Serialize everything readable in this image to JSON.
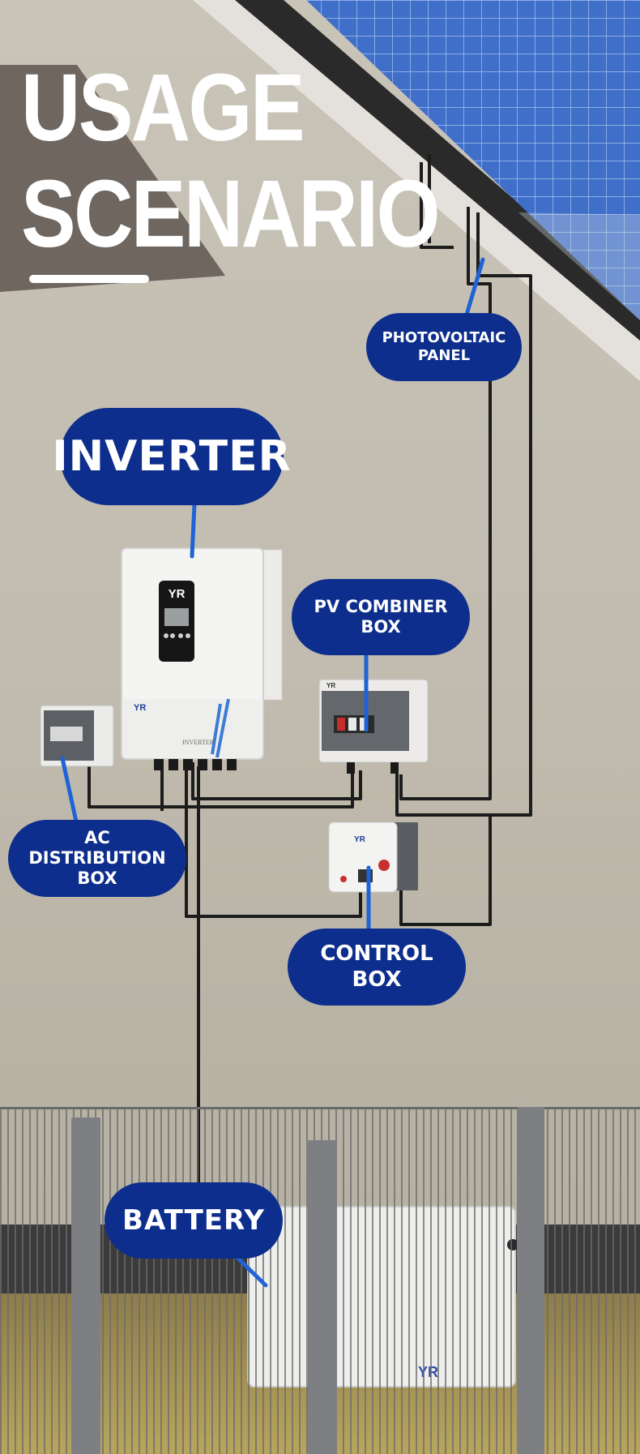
{
  "header": {
    "title_line1": "USAGE",
    "title_line2": "SCENARIO"
  },
  "labels": {
    "photovoltaic_panel": "PHOTOVOLTAIC\nPANEL",
    "inverter": "INVERTER",
    "pv_combiner_box": "PV COMBINER\nBOX",
    "ac_distribution_box": "AC DISTRIBUTION\nBOX",
    "control_box": "CONTROL\nBOX",
    "battery": "BATTERY"
  },
  "device_text": {
    "inverter_logo": "YR",
    "inverter_brand": "YR",
    "inverter_name": "INVERTER",
    "combiner_logo": "YR",
    "control_logo": "YR",
    "battery_logo": "YR"
  },
  "colors": {
    "label_fill": "#0d2e8c",
    "leader_line": "#1f63d6",
    "title_text": "#ffffff"
  }
}
